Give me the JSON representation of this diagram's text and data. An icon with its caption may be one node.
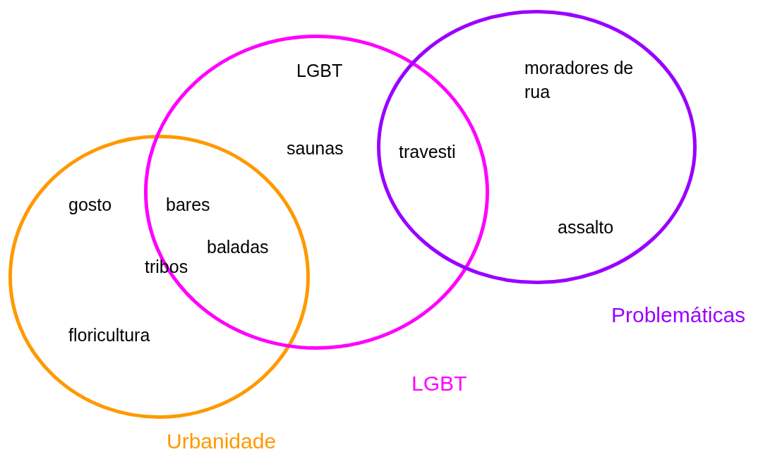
{
  "diagram": {
    "nodes": [
      {
        "text": [
          "Urbanidade"
        ]
      },
      {
        "text": [
          "LGBT"
        ]
      },
      {
        "text": [
          "Problemáticas"
        ]
      }
    ],
    "labels": [
      "LGBT",
      "moradores de rua",
      "saunas",
      "travesti",
      "gosto",
      "bares",
      "assalto",
      "baladas",
      "tribos",
      "floricultura"
    ]
  }
}
